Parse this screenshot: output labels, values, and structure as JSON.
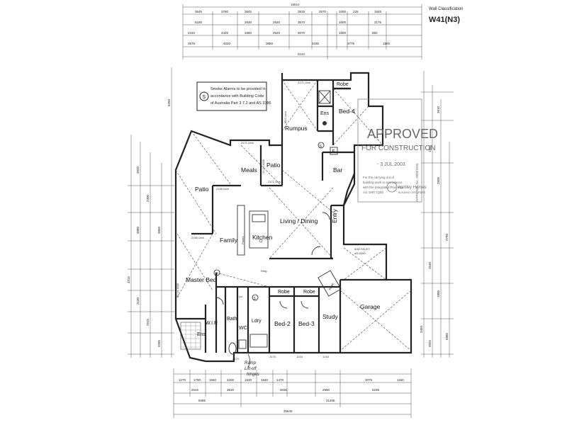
{
  "title": {
    "line1": "Wall Classification",
    "line2": "W41(N3)"
  },
  "note": {
    "line1": "Smoke Alarms to be provided in",
    "line2": "accordance with Building Code",
    "line3": "of Australia Part 3.7.2 and AS 3786"
  },
  "stamp": {
    "approved": "APPROVED",
    "for_construction": "FOR CONSTRUCTION",
    "date": "- 3 JUL 2003",
    "text1": "For the carrying out of",
    "text2": "building work in accordance",
    "text3": "with the Integrated Planning",
    "text4": "Act 1997 (Qld)",
    "company": "Hartley Homes",
    "company_sub": "BUILDING CERTIFIERS",
    "vertical": "APPROVAL No. 2003/1025"
  },
  "rooms": {
    "rumpus": "Rumpus",
    "ens_top": "Ens",
    "bed4": "Bed-4",
    "robe_top": "Robe",
    "meals": "Meals",
    "patio_top": "Patio",
    "patio_left": "Patio",
    "bar": "Bar",
    "family": "Family",
    "kitchen": "Kitchen",
    "living_dining": "Living / Dining",
    "entry": "Entry",
    "master_bed": "Master Bed",
    "wir": "W.I.R",
    "bath": "Bath",
    "wc": "WC",
    "ldry": "Ldry",
    "ens_bottom": "Ens",
    "robe_b2": "Robe",
    "robe_b3": "Robe",
    "bed2": "Bed-2",
    "bed3": "Bed-3",
    "study": "Study",
    "garage": "Garage",
    "robe_vertical": "ROBE",
    "pantry": "Pantry",
    "refg": "Refg",
    "linen": "Lin"
  },
  "handwritten": {
    "line1": "Ramp",
    "line2": "Lift-off",
    "line3": "hinges"
  },
  "dimensions": {
    "top_row1": [
      "3645",
      "3780",
      "3645",
      "3815",
      "2670",
      "1000",
      "225",
      "1845"
    ],
    "top_row2": [
      "6180",
      "2630",
      "2520",
      "3570",
      "1600",
      "3175"
    ],
    "top_row3": [
      "2310",
      "4425",
      "3350",
      "2520",
      "3070",
      "1600",
      "850"
    ],
    "top_row4": [
      "3575",
      "4020",
      "3850",
      "1035",
      "3775",
      "1900"
    ],
    "top_overall": "18810",
    "top_total": "6240",
    "bottom_row1": [
      "1270",
      "1700",
      "1660",
      "2200",
      "1630",
      "1840",
      "1470",
      "3075",
      "1150"
    ],
    "bottom_row2": [
      "2510",
      "3810",
      "3030",
      "2990",
      "5195"
    ],
    "bottom_row3": [
      "9485",
      "21455"
    ],
    "bottom_overall": "25640",
    "left_col": [
      "3920",
      "2300",
      "4880",
      "3850",
      "6250",
      "4315",
      "2130",
      "2915",
      "3285"
    ],
    "right_col": [
      "3610",
      "1955",
      "2605",
      "2790",
      "1540",
      "1800",
      "3450",
      "3925",
      "5885"
    ],
    "room_tags": [
      "2171 Lbrs",
      "2171 Lbrs",
      "2171 Lbrs",
      "2156 Lbrs",
      "2156 Lbrs",
      "1812 Lbrs",
      "21 24 1800",
      "21 24 1800",
      "3/45 FACET",
      "4/5 5490"
    ],
    "tag_bottom": [
      "2170",
      "2170",
      "1216",
      "1216"
    ]
  }
}
